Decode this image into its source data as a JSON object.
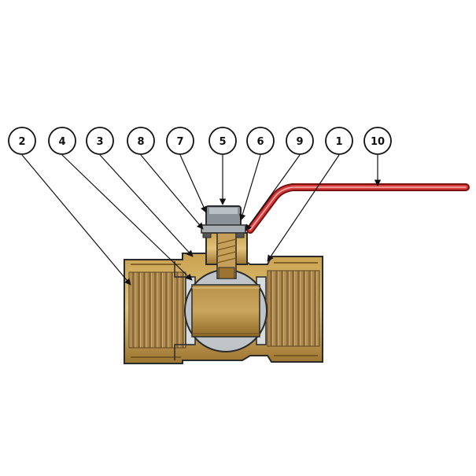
{
  "callouts": [
    {
      "label": "2"
    },
    {
      "label": "4"
    },
    {
      "label": "3"
    },
    {
      "label": "8"
    },
    {
      "label": "7"
    },
    {
      "label": "5"
    },
    {
      "label": "6"
    },
    {
      "label": "9"
    },
    {
      "label": "1"
    },
    {
      "label": "10"
    }
  ],
  "colors": {
    "brass": "#b8903f",
    "brass_light": "#d8b66a",
    "brass_dark": "#7c5a1c",
    "thread": "#a88650",
    "steel": "#bfc4c9",
    "steel_dark": "#7f868d",
    "handle": "#c62828",
    "outline": "#2b2b2b"
  }
}
